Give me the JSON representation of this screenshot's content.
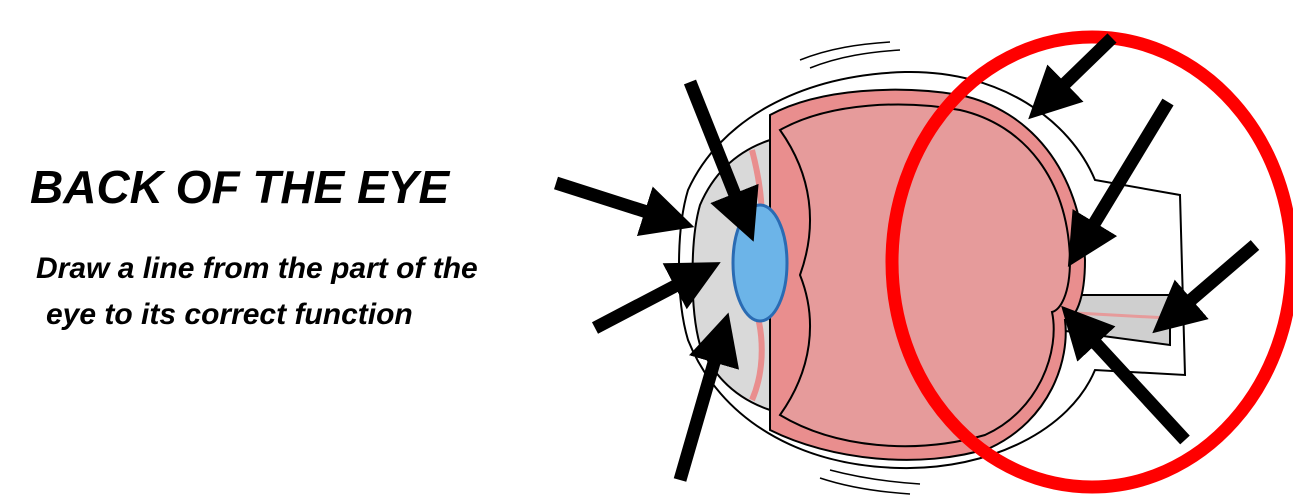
{
  "title": "BACK OF THE EYE",
  "instruction": {
    "line1": "Draw a line from the part of the",
    "line2": "eye to its correct function"
  },
  "colors": {
    "highlight_ring": "#ff0000",
    "lens": "#6cb4e8",
    "lens_stroke": "#2a6bb3",
    "eye_interior": "#e69b9b",
    "tissue": "#d9d9d9",
    "outline": "#000000",
    "arrow": "#000000"
  },
  "annotations": {
    "highlight_region": "back of the eye",
    "arrow_count": 8
  }
}
